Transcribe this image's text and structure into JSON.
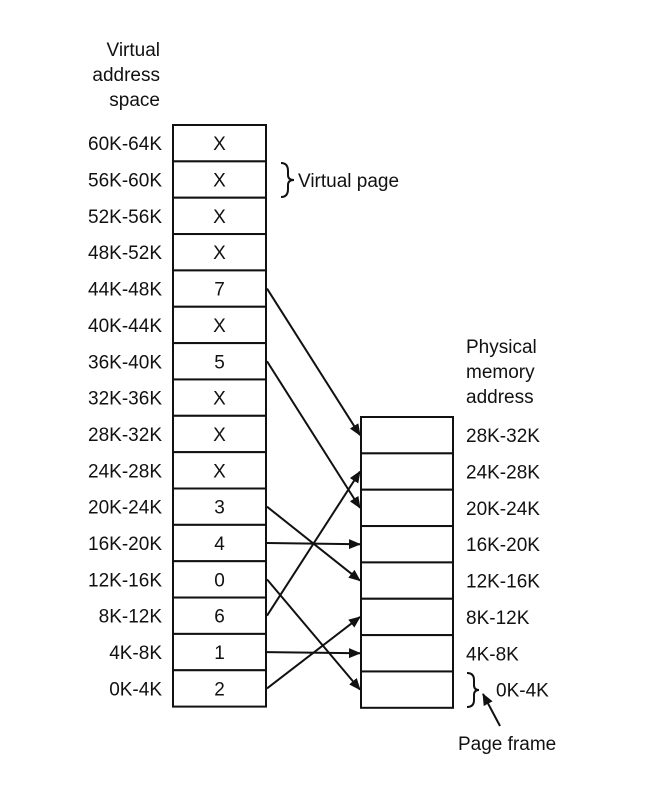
{
  "virtual_space": {
    "heading_lines": [
      "Virtual",
      "address",
      "space"
    ],
    "pages": [
      {
        "range": "60K-64K",
        "entry": "X"
      },
      {
        "range": "56K-60K",
        "entry": "X"
      },
      {
        "range": "52K-56K",
        "entry": "X"
      },
      {
        "range": "48K-52K",
        "entry": "X"
      },
      {
        "range": "44K-48K",
        "entry": "7"
      },
      {
        "range": "40K-44K",
        "entry": "X"
      },
      {
        "range": "36K-40K",
        "entry": "5"
      },
      {
        "range": "32K-36K",
        "entry": "X"
      },
      {
        "range": "28K-32K",
        "entry": "X"
      },
      {
        "range": "24K-28K",
        "entry": "X"
      },
      {
        "range": "20K-24K",
        "entry": "3"
      },
      {
        "range": "16K-20K",
        "entry": "4"
      },
      {
        "range": "12K-16K",
        "entry": "0"
      },
      {
        "range": "8K-12K",
        "entry": "6"
      },
      {
        "range": "4K-8K",
        "entry": "1"
      },
      {
        "range": "0K-4K",
        "entry": "2"
      }
    ],
    "page_annotation": "Virtual page"
  },
  "physical_memory": {
    "heading_lines": [
      "Physical",
      "memory",
      "address"
    ],
    "frames": [
      "28K-32K",
      "24K-28K",
      "20K-24K",
      "16K-20K",
      "12K-16K",
      "8K-12K",
      "4K-8K",
      "0K-4K"
    ],
    "frame_annotation": "Page frame"
  },
  "colors": {
    "ink": "#111111",
    "background": "#ffffff"
  }
}
